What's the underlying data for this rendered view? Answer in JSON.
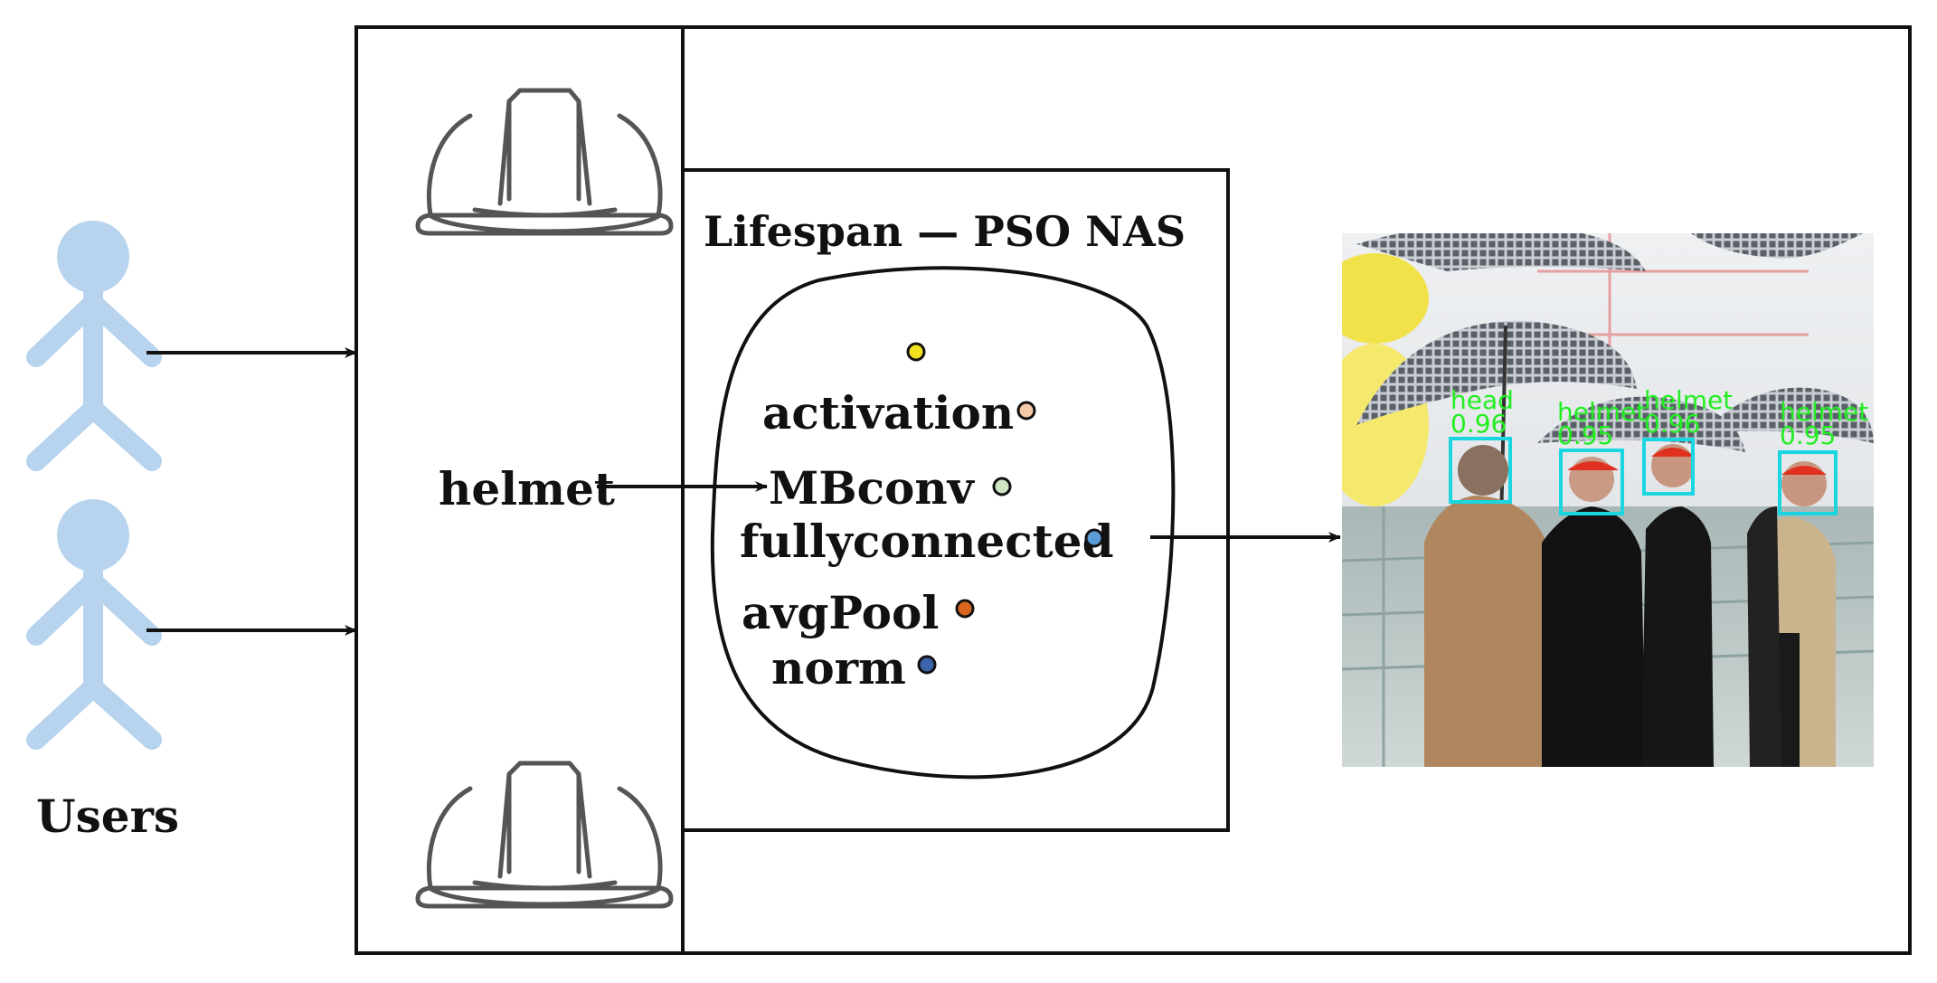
{
  "users_label": "Users",
  "input_label": "helmet",
  "nas_title": "Lifespan — PSO NAS",
  "search_space": [
    {
      "label": "",
      "color": "#f2e21e"
    },
    {
      "label": "activation",
      "color": "#f4c9a8"
    },
    {
      "label": "MBconv",
      "color": "#cfe6c4"
    },
    {
      "label": "fullyconnected",
      "color": "#5b9bd5"
    },
    {
      "label": "avgPool",
      "color": "#d9661f"
    },
    {
      "label": "norm",
      "color": "#3c64ab"
    }
  ],
  "detections": [
    {
      "label": "head",
      "score": "0.96"
    },
    {
      "label": "helmet",
      "score": "0.95"
    },
    {
      "label": "helmet",
      "score": "0.96"
    },
    {
      "label": "helmet",
      "score": "0.95"
    }
  ],
  "colors": {
    "user_figure": "#b7d3ee",
    "helmet_icon": "#555555",
    "detection_box": "#19d6e0",
    "detection_text": "#22ee22",
    "line": "#111111"
  },
  "icons": [
    "user-figure-icon",
    "hard-hat-icon"
  ]
}
